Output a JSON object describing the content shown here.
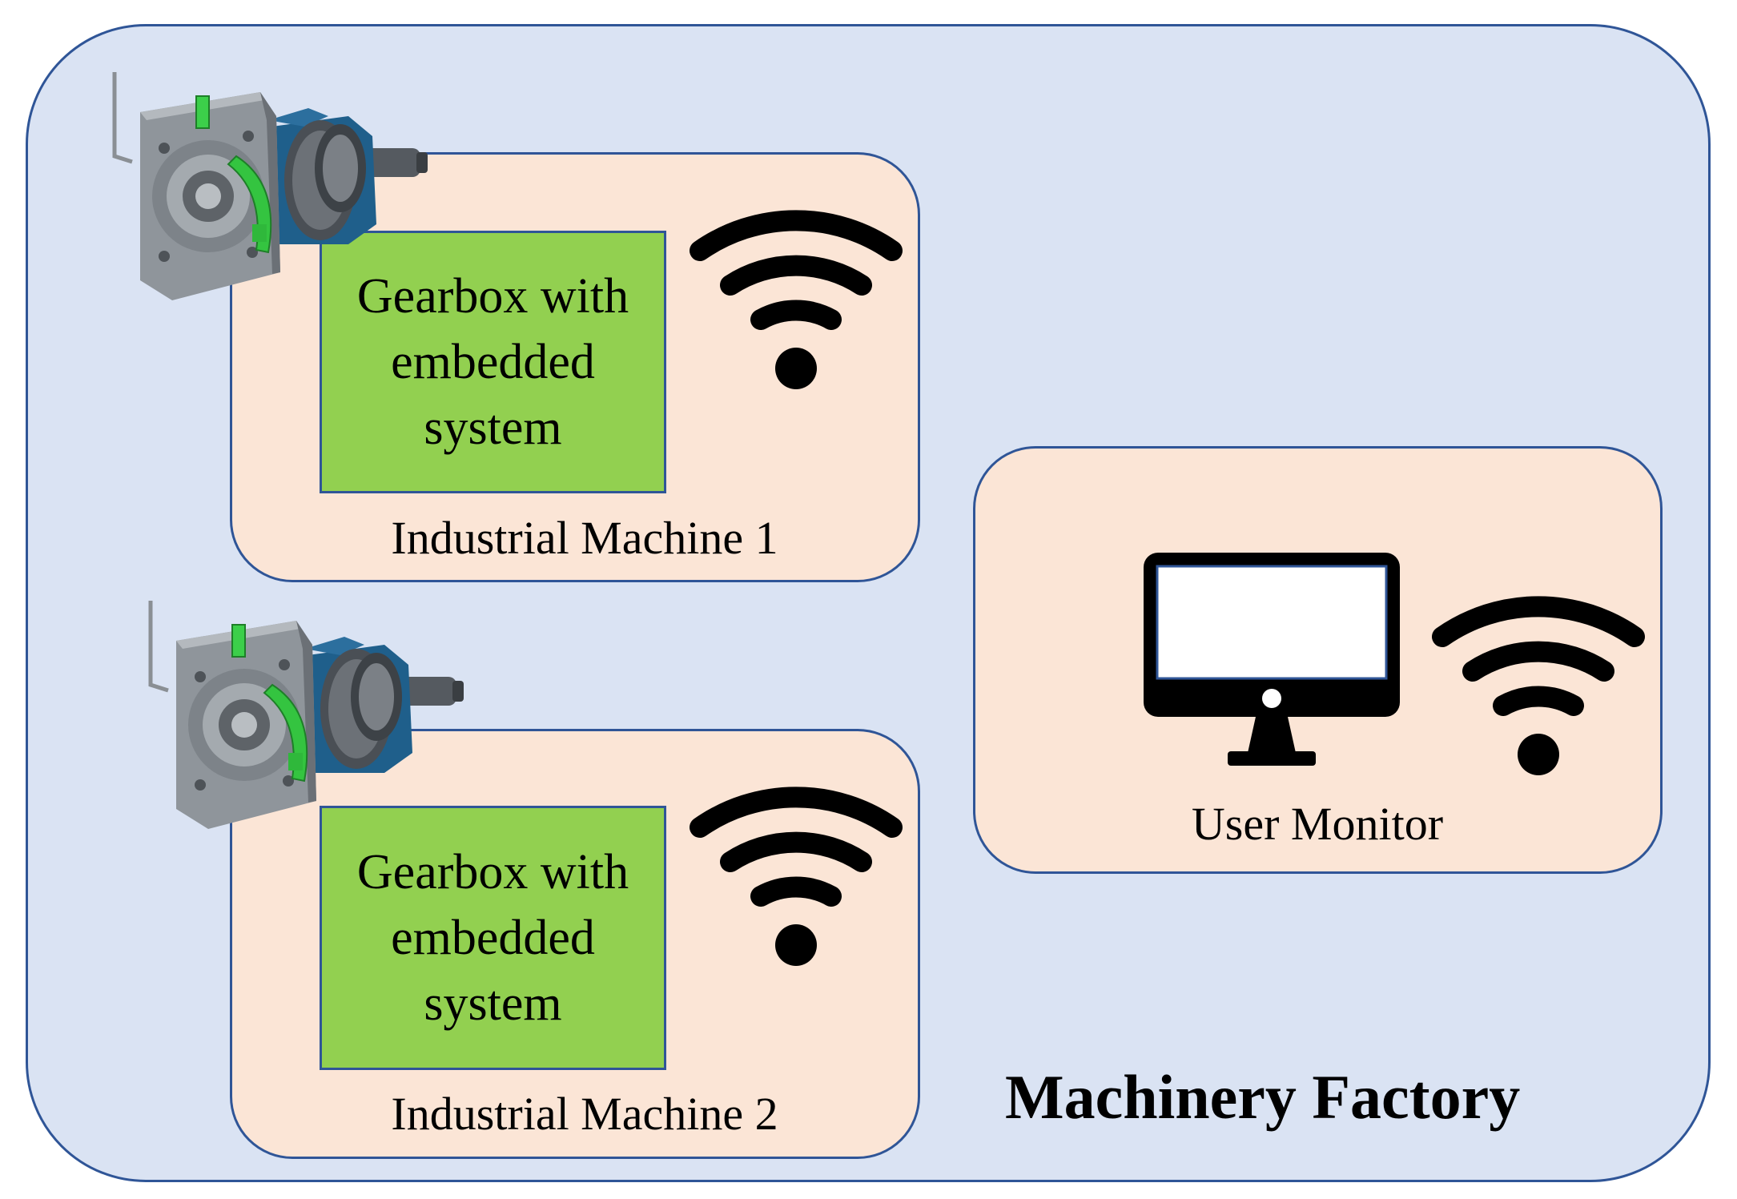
{
  "factory": {
    "title": "Machinery Factory"
  },
  "machines": [
    {
      "gearbox_label": "Gearbox with\nembedded\nsystem",
      "label": "Industrial Machine 1"
    },
    {
      "gearbox_label": "Gearbox with\nembedded\nsystem",
      "label": "Industrial Machine 2"
    }
  ],
  "monitor": {
    "label": "User Monitor"
  },
  "colors": {
    "factory_fill": "#dae3f3",
    "box_fill": "#fbe5d6",
    "gearbox_fill": "#92d050",
    "border": "#2f5597"
  },
  "icons": {
    "wifi": "wifi-icon",
    "monitor": "monitor-icon",
    "gearbox": "gearbox-icon"
  }
}
